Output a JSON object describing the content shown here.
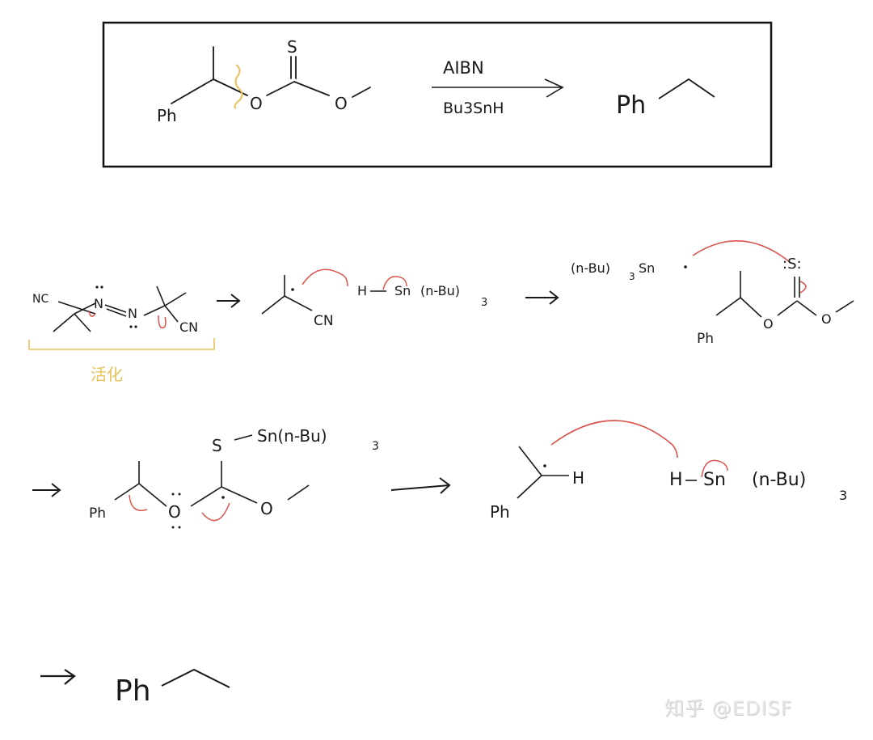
{
  "title_box": {
    "reactant": {
      "ph": "Ph",
      "s": "S",
      "o1": "O",
      "o2": "O"
    },
    "reagent_top": "AIBN",
    "reagent_bottom": "Bu3SnH",
    "reagent_bottom_parts": {
      "bu": "Bu",
      "sub": "3",
      "sn": "S",
      "n": "n",
      "h": "H"
    },
    "product": {
      "ph": "Ph"
    }
  },
  "step1": {
    "aibn": {
      "nc": "NC",
      "n1": "N",
      "n2": "N",
      "cn": "CN"
    },
    "bracket_label": "活化",
    "radical": {
      "cn": "CN"
    },
    "tin_hydride": {
      "h": "H",
      "sn": "Sn",
      "group": "(n-Bu)",
      "sub": "3"
    }
  },
  "step2": {
    "tin_radical": {
      "group": "(n-Bu)",
      "sub": "3",
      "sn": "Sn"
    },
    "xanthate": {
      "s": ":S:",
      "o1": "O",
      "o2": "O",
      "ph": "Ph"
    }
  },
  "step3": {
    "adduct": {
      "s": "S",
      "tin": "Sn(n-Bu)",
      "sub": "3",
      "ph": "Ph",
      "o1": "O",
      "o2": "O"
    },
    "benzyl_radical": {
      "ph": "Ph",
      "h": "H"
    },
    "tin_hydride": {
      "h": "H",
      "sn": "Sn",
      "group": "(n-Bu)",
      "sub": "3"
    }
  },
  "step4": {
    "product": {
      "ph": "Ph"
    }
  },
  "watermark": "知乎 @EDISF",
  "colors": {
    "ink": "#1a1a1a",
    "arrow_red": "#d9534a",
    "highlight_yellow": "#e8c15a",
    "box_border": "#111111"
  }
}
